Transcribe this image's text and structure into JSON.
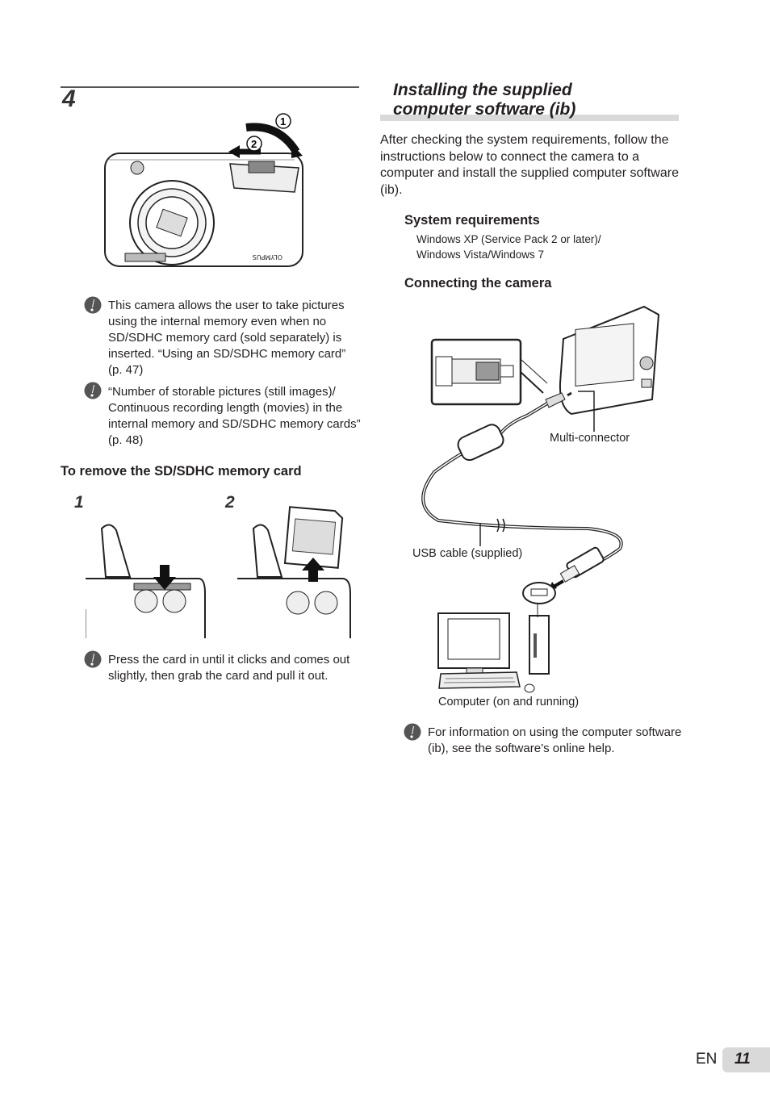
{
  "left": {
    "step_number": "4",
    "step_labels": {
      "one": "1",
      "two": "2"
    },
    "notes": [
      "This camera allows the user to take pictures using the internal memory even when no SD/SDHC memory card (sold separately) is inserted. “Using an SD/SDHC memory card” (p. 47)",
      "“Number of storable pictures (still images)/ Continuous recording length (movies) in the internal memory and SD/SDHC memory cards” (p. 48)"
    ],
    "remove_heading": "To remove the SD/SDHC memory card",
    "remove_steps": [
      "1",
      "2"
    ],
    "remove_note": "Press the card in until it clicks and comes out slightly, then grab the card and pull it out."
  },
  "right": {
    "title_line1": "Installing the supplied",
    "title_line2": "computer software (ib)",
    "intro": "After checking the system requirements, follow the instructions below to connect the camera to a computer and install the supplied computer software (ib).",
    "sysreq_heading": "System requirements",
    "sysreq_line1": "Windows XP (Service Pack 2 or later)/",
    "sysreq_line2": "Windows Vista/Windows 7",
    "connect_heading": "Connecting the camera",
    "label_multiconnector": "Multi-connector",
    "label_usb": "USB cable (supplied)",
    "label_computer": "Computer (on and running)",
    "note": "For information on using the computer software (ib), see the software’s online help."
  },
  "footer": {
    "lang": "EN",
    "page": "11"
  }
}
